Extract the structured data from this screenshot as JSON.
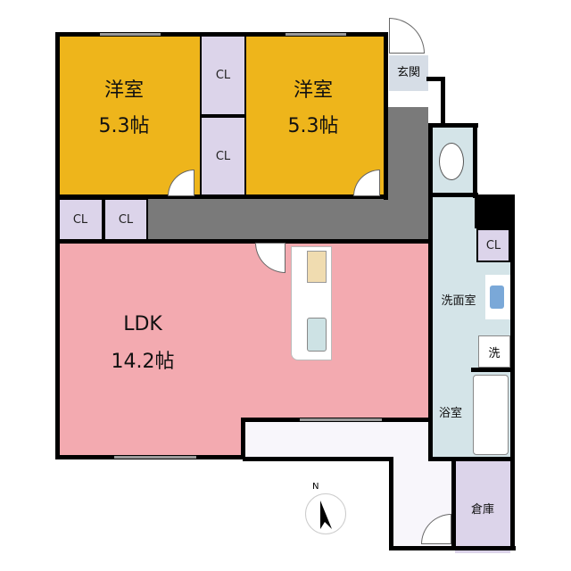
{
  "floorplan": {
    "rooms": {
      "western_room_1": {
        "name": "洋室",
        "size": "5.3帖",
        "color": "#eeb51b"
      },
      "western_room_2": {
        "name": "洋室",
        "size": "5.3帖",
        "color": "#eeb51b"
      },
      "ldk": {
        "name": "LDK",
        "size": "14.2帖",
        "color": "#f3aab0"
      },
      "entrance": {
        "name": "玄関"
      },
      "washroom": {
        "name": "洗面室",
        "color": "#d4e4e8"
      },
      "bathroom": {
        "name": "浴室",
        "color": "#d4e4e8"
      },
      "storage": {
        "name": "倉庫",
        "color": "#dcd4ea"
      },
      "laundry": {
        "name": "洗"
      }
    },
    "closets": [
      "CL",
      "CL",
      "CL",
      "CL",
      "CL"
    ],
    "hallway_color": "#7a7a7a",
    "compass": {
      "label": "N"
    }
  }
}
